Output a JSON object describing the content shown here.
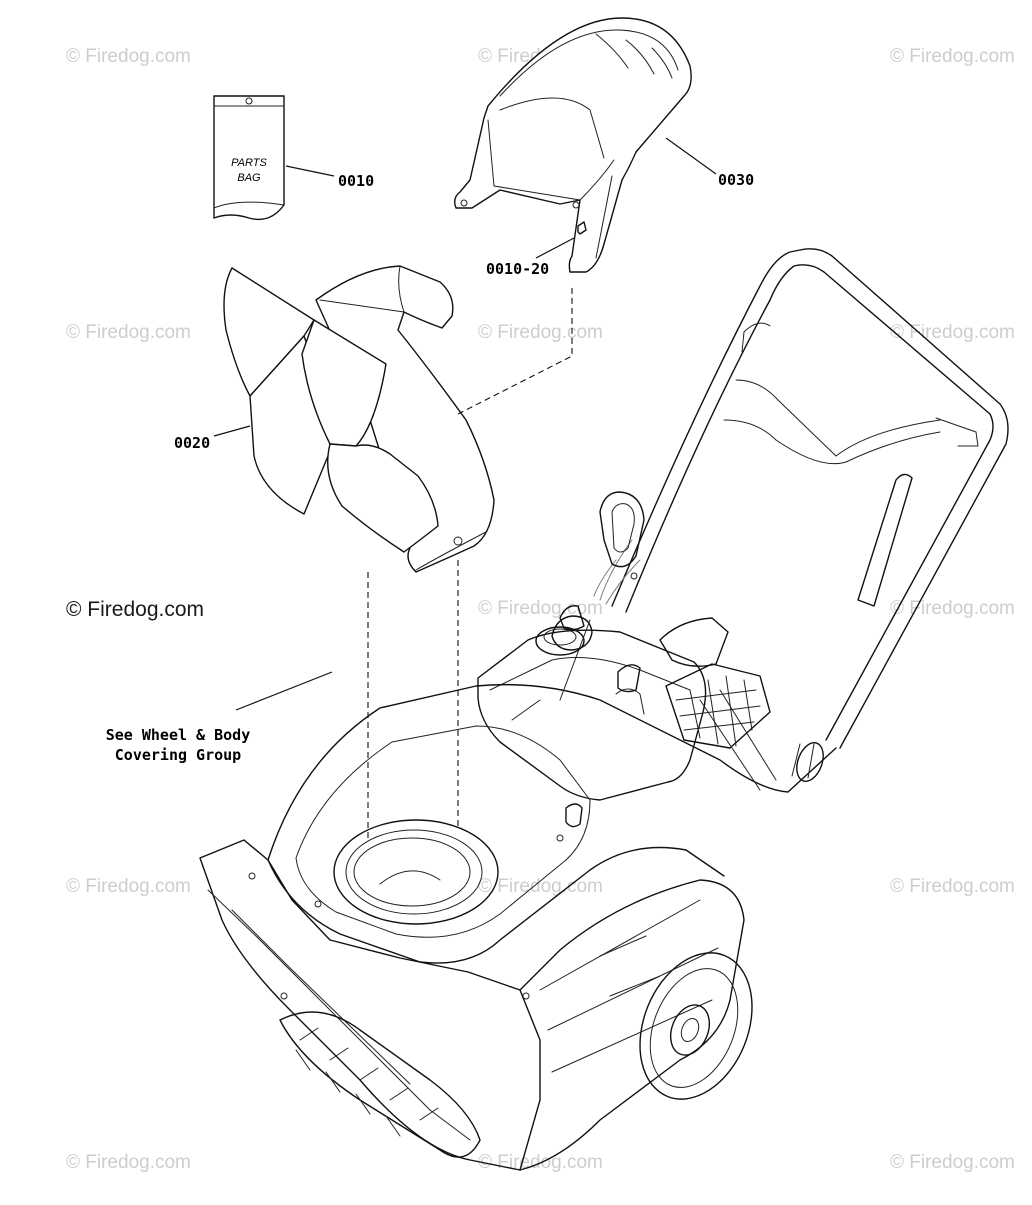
{
  "diagram": {
    "parts": [
      {
        "id": "0010",
        "label": "0010",
        "bag_text_line1": "PARTS",
        "bag_text_line2": "BAG"
      },
      {
        "id": "0020",
        "label": "0020"
      },
      {
        "id": "0030",
        "label": "0030"
      },
      {
        "id": "0010-20",
        "label": "0010-20"
      }
    ],
    "note_line1": "See Wheel & Body",
    "note_line2": "Covering Group",
    "watermark": "© Firedog.com",
    "watermark_main": "© Firedog.com"
  }
}
